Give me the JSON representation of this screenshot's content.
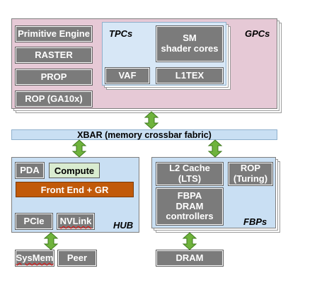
{
  "gpc": {
    "label": "GPCs",
    "blocks": [
      "Primitive Engine",
      "RASTER",
      "PROP",
      "ROP (GA10x)"
    ],
    "tpc": {
      "label": "TPCs",
      "sm": "SM\nshader cores",
      "vaf": "VAF",
      "l1tex": "L1TEX"
    }
  },
  "xbar": {
    "label": "XBAR (memory crossbar fabric)"
  },
  "hub": {
    "label": "HUB",
    "pda": "PDA",
    "compute": "Compute",
    "frontend": "Front End + GR",
    "pcie": "PCIe",
    "nvlink": "NVLink"
  },
  "fbp": {
    "label": "FBPs",
    "l2": "L2 Cache\n(LTS)",
    "rop": "ROP\n(Turing)",
    "fbpa": "FBPA\nDRAM\ncontrollers"
  },
  "external": {
    "sysmem": "SysMem",
    "peer": "Peer",
    "dram": "DRAM"
  },
  "colors": {
    "arrow": "#6fb33c",
    "front_end": "#c15a0a",
    "gpc_bg": "#e6c9d6",
    "hub_bg": "#c9dff3"
  }
}
